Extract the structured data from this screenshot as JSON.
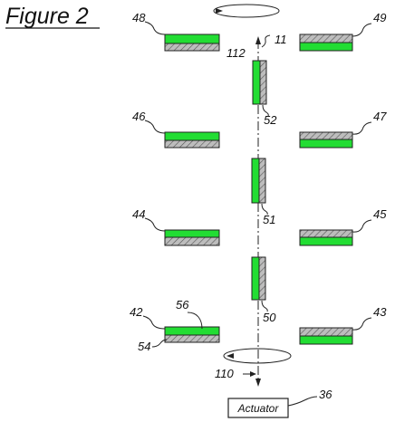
{
  "title": "Figure 2",
  "actuator_label": "Actuator",
  "ref_numbers": {
    "actuator": "36",
    "axis_lower": "110",
    "axis_upper": "112",
    "axis_upper_alt": "11",
    "plate_48": "48",
    "plate_49": "49",
    "plate_46": "46",
    "plate_47": "47",
    "plate_44": "44",
    "plate_45": "45",
    "plate_42": "42",
    "plate_43": "43",
    "layer_56": "56",
    "layer_54": "54",
    "center_52": "52",
    "center_51": "51",
    "center_50": "50"
  },
  "colors": {
    "green_layer": "#22dd33",
    "hatch_layer": "#bbbbbb",
    "ink": "#222222"
  }
}
